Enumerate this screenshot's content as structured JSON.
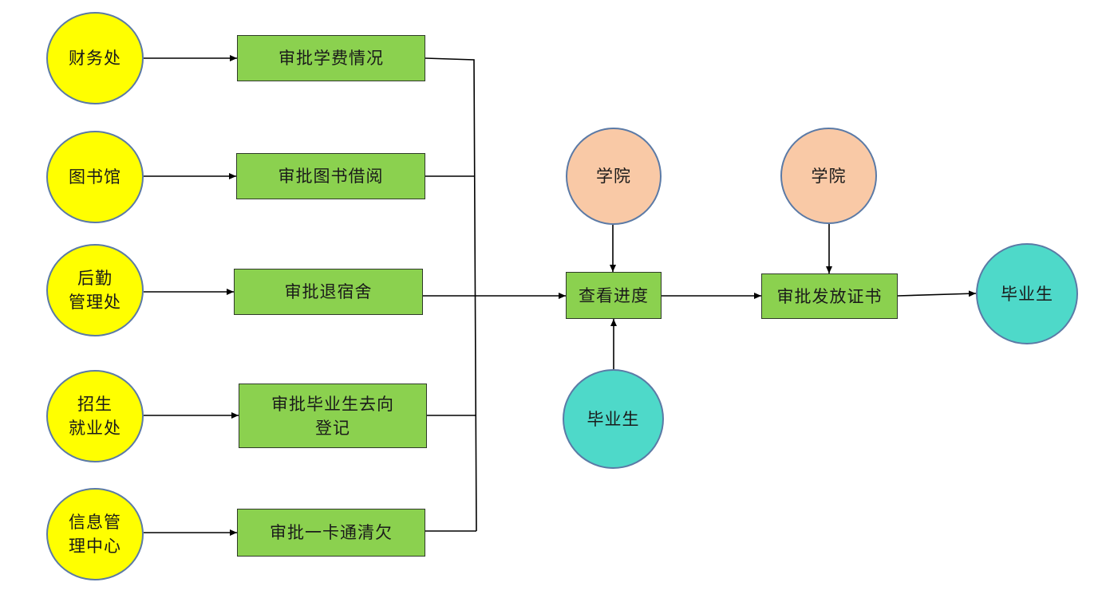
{
  "departments": [
    {
      "lines": [
        "财务处"
      ]
    },
    {
      "lines": [
        "图书馆"
      ]
    },
    {
      "lines": [
        "后勤",
        "管理处"
      ]
    },
    {
      "lines": [
        "招生",
        "就业处"
      ]
    },
    {
      "lines": [
        "信息管",
        "理中心"
      ]
    }
  ],
  "approvals": [
    {
      "lines": [
        "审批学费情况"
      ]
    },
    {
      "lines": [
        "审批图书借阅"
      ]
    },
    {
      "lines": [
        "审批退宿舍"
      ]
    },
    {
      "lines": [
        "审批毕业生去向",
        "登记"
      ]
    },
    {
      "lines": [
        "审批一卡通清欠"
      ]
    }
  ],
  "check_progress": {
    "label": "查看进度"
  },
  "issue_certificate": {
    "label": "审批发放证书"
  },
  "college_top": {
    "label": "学院"
  },
  "college_right": {
    "label": "学院"
  },
  "graduate_bottom": {
    "label": "毕业生"
  },
  "graduate_final": {
    "label": "毕业生"
  },
  "colors": {
    "department_fill": "#ffff00",
    "college_fill": "#f9c9a6",
    "graduate_fill": "#4ed9c9",
    "process_fill": "#8bd14f",
    "circle_border": "#5b7aa6"
  }
}
